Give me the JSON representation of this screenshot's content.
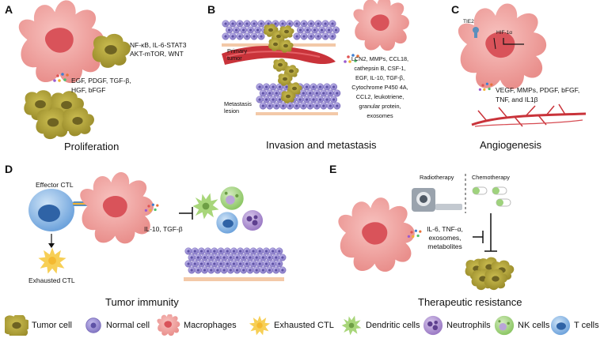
{
  "panels": {
    "a": {
      "letter": "A",
      "pathways": [
        "NF-κB, IL-6-STAT3",
        "AKT-mTOR, WNT"
      ],
      "factors": [
        "EGF, PDGF, TGF-β,",
        "HGF, bFGF"
      ],
      "title": "Proliferation"
    },
    "b": {
      "letter": "B",
      "primary_label": [
        "Primary",
        "tumor"
      ],
      "metastasis_label": [
        "Metastasis",
        "lesion"
      ],
      "factors": [
        "LCN2, MMPs, CCL18,",
        "cathepsin B, CSF-1,",
        "EGF, IL-10, TGF-β,",
        "Cytochrome P450 4A,",
        "CCL2, leukotriene,",
        "granular protein,",
        "exosomes"
      ],
      "title": "Invasion and metastasis"
    },
    "c": {
      "letter": "C",
      "tie2": "TIE2",
      "hif": "HIF-1α",
      "factors": [
        "VEGF, MMPs, PDGF, bFGF,",
        "TNF, and IL1β"
      ],
      "title": "Angiogenesis"
    },
    "d": {
      "letter": "D",
      "effector": "Effector CTL",
      "exhausted": "Exhausted CTL",
      "factors": "IL-10, TGF-β",
      "title": "Tumor immunity"
    },
    "e": {
      "letter": "E",
      "radiotherapy": "Radiotherapy",
      "chemotherapy": "Chemotherapy",
      "factors": [
        "IL-6, TNF-α,",
        "exosomes,",
        "metabolites"
      ],
      "title": "Therapeutic resistance"
    }
  },
  "legend": [
    {
      "label": "Tumor cell",
      "icon": "tumor-cell-icon"
    },
    {
      "label": "Normal cell",
      "icon": "normal-cell-icon"
    },
    {
      "label": "Macrophages",
      "icon": "macrophage-icon"
    },
    {
      "label": "Exhausted CTL",
      "icon": "exhausted-ctl-icon"
    },
    {
      "label": "Dendritic cells",
      "icon": "dendritic-cell-icon"
    },
    {
      "label": "Neutrophils",
      "icon": "neutrophil-icon"
    },
    {
      "label": "NK cells",
      "icon": "nk-cell-icon"
    },
    {
      "label": "T cells",
      "icon": "t-cell-icon"
    }
  ],
  "colors": {
    "macrophage": "#f2a7a4",
    "macrophage_nucleus": "#d9535a",
    "tumor": "#b5a63a",
    "tumor_nucleus": "#6e6322",
    "normal": "#9a8fd0",
    "vessel": "#c9333a",
    "exhausted": "#f7cf55",
    "dendritic": "#a8d67a",
    "neutrophil": "#a383c9",
    "nk": "#9fd27d",
    "tcell": "#6fa6de",
    "membrane": "#f3c9a8"
  }
}
